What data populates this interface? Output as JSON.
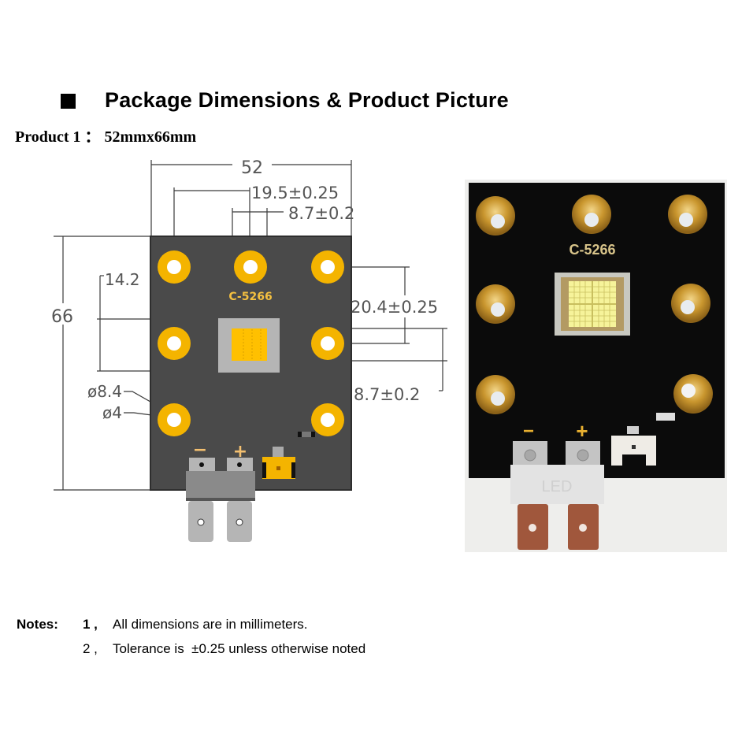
{
  "header": {
    "bullet_icon": "black-square",
    "title": "Package Dimensions & Product Picture",
    "subtitle": "Product 1 ： 52mmx66mm"
  },
  "drawing": {
    "board_label": "C-5266",
    "polarity": {
      "minus": "−",
      "plus": "+"
    },
    "dimensions": {
      "width": "52",
      "height": "66",
      "pad_spacing_top": "19.5±0.25",
      "chip_width": "8.7±0.2",
      "left_offset": "14.2",
      "pad_spacing_right": "20.4±0.25",
      "chip_height": "8.7±0.2",
      "outer_diameter": "ø8.4",
      "hole_diameter": "ø4"
    },
    "colors": {
      "board": "#4a4a4a",
      "pad": "#f4b400",
      "chip_frame": "#b5b5b5",
      "chip_emitter": "#ffc000",
      "terminal": "#a9a9a9",
      "line": "#3a3a3a"
    }
  },
  "photo": {
    "board_label": "C-5266",
    "connector_label": "LED",
    "polarity": {
      "minus": "−",
      "plus": "+"
    },
    "colors": {
      "board": "#0b0b0b",
      "pad": "#c9962e",
      "emitter": "#f6f39a",
      "terminal": "#a0573c",
      "clamp": "#e3e3e3"
    }
  },
  "notes": {
    "label": "Notes:",
    "items": [
      {
        "num": "1 ,",
        "text": "All dimensions are in millimeters."
      },
      {
        "num": "2 ,",
        "text": "Tolerance is  ±0.25 unless otherwise noted"
      }
    ]
  }
}
